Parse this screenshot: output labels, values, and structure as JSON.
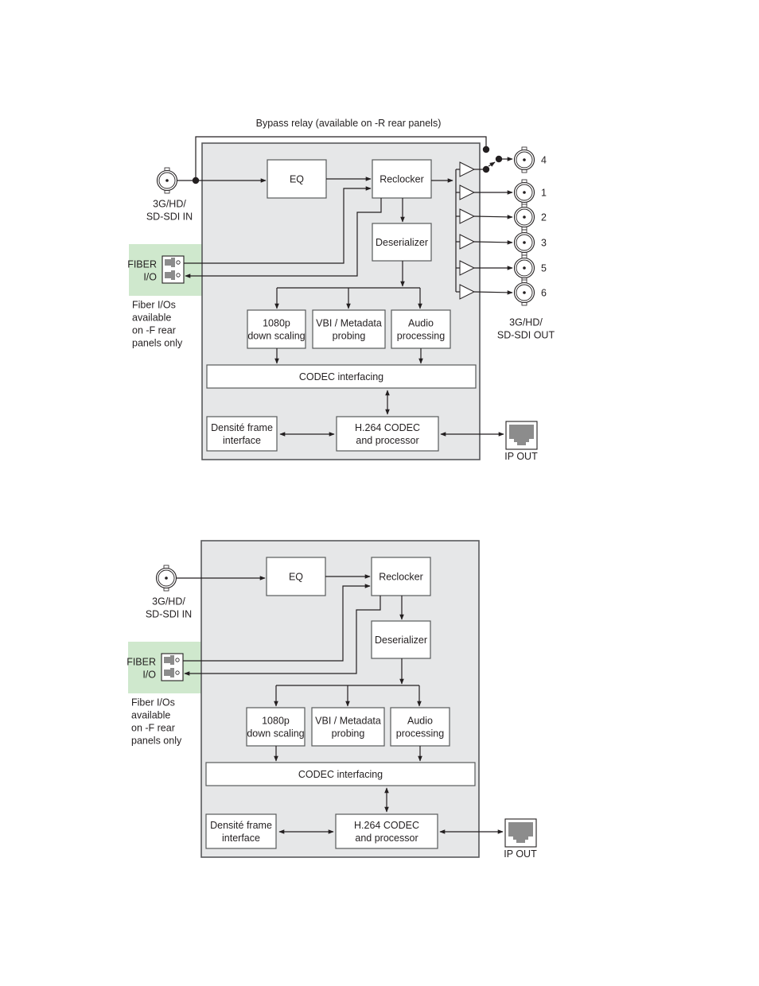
{
  "colors": {
    "panel_fill": "#e6e7e8",
    "panel_stroke": "#58595b",
    "box_fill": "#ffffff",
    "line": "#231f20",
    "fiber_zone": "#cfe8cd",
    "port_gray": "#8c8c8c"
  },
  "diagrams": [
    {
      "id": "with-bypass",
      "bypass_label": "Bypass relay (available on -R rear panels)",
      "input_label": [
        "3G/HD/",
        "SD-SDI IN"
      ],
      "fiber_label": [
        "FIBER",
        "I/O"
      ],
      "fiber_note": [
        "Fiber I/Os",
        "available",
        "on -F rear",
        "panels only"
      ],
      "blocks": {
        "eq": [
          "EQ"
        ],
        "reclocker": [
          "Reclocker"
        ],
        "deserializer": [
          "Deserializer"
        ],
        "downscale": [
          "1080p",
          "down scaling"
        ],
        "vbi": [
          "VBI / Metadata",
          "probing"
        ],
        "audio": [
          "Audio",
          "processing"
        ],
        "codec_if": [
          "CODEC interfacing"
        ],
        "densite": [
          "Densité frame",
          "interface"
        ],
        "h264": [
          "H.264 CODEC",
          "and processor"
        ]
      },
      "outputs": [
        "4",
        "1",
        "2",
        "3",
        "5",
        "6"
      ],
      "output_label": [
        "3G/HD/",
        "SD-SDI OUT"
      ],
      "ip_label": "IP OUT",
      "has_bypass": true,
      "has_sdi_outputs": true
    },
    {
      "id": "without-bypass",
      "input_label": [
        "3G/HD/",
        "SD-SDI IN"
      ],
      "fiber_label": [
        "FIBER",
        "I/O"
      ],
      "fiber_note": [
        "Fiber I/Os",
        "available",
        "on -F rear",
        "panels only"
      ],
      "blocks": {
        "eq": [
          "EQ"
        ],
        "reclocker": [
          "Reclocker"
        ],
        "deserializer": [
          "Deserializer"
        ],
        "downscale": [
          "1080p",
          "down scaling"
        ],
        "vbi": [
          "VBI / Metadata",
          "probing"
        ],
        "audio": [
          "Audio",
          "processing"
        ],
        "codec_if": [
          "CODEC interfacing"
        ],
        "densite": [
          "Densité frame",
          "interface"
        ],
        "h264": [
          "H.264 CODEC",
          "and processor"
        ]
      },
      "ip_label": "IP OUT",
      "has_bypass": false,
      "has_sdi_outputs": false
    }
  ]
}
